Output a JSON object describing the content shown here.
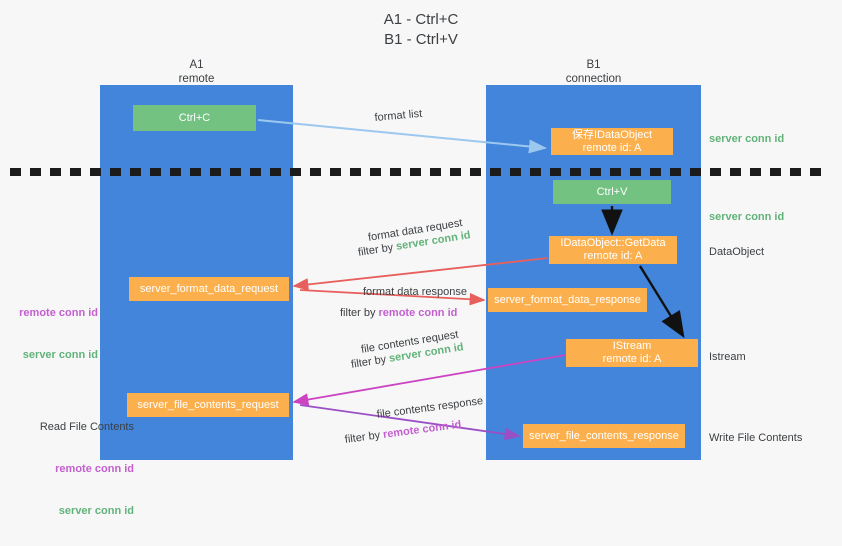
{
  "title": "A1 - Ctrl+C\nB1 - Ctrl+V",
  "lanes": [
    {
      "name": "a1",
      "label": "A1\nremote"
    },
    {
      "name": "b1",
      "label": "B1\nconnection"
    }
  ],
  "nodes": {
    "ctrl_c": "Ctrl+C",
    "save_idataobject": "保存IDataObject\nremote id: A",
    "ctrl_v": "Ctrl+V",
    "getdata": "IDataObject::GetData\nremote id: A",
    "format_data_request": "server_format_data_request",
    "format_data_response": "server_format_data_response",
    "istream": "IStream\nremote id: A",
    "file_contents_request": "server_file_contents_request",
    "file_contents_response": "server_file_contents_response"
  },
  "side_labels": {
    "server_conn_id_top": "server conn id",
    "server_conn_id_mid": "server conn id",
    "dataobject": "DataObject",
    "istream": "Istream",
    "write_file_contents": "Write File Contents"
  },
  "left_labels": {
    "remote_conn_id_1": "remote conn id",
    "server_conn_id_1": "server conn id",
    "read_file_contents": "Read File Contents",
    "remote_conn_id_2": "remote conn id",
    "server_conn_id_2": "server conn id"
  },
  "edges": {
    "format_list": "format list",
    "format_data_request": "format data request",
    "format_data_request_filter_prefix": "filter by ",
    "format_data_request_filter_value": "server conn id",
    "format_data_response": "format data response",
    "format_data_response_filter_prefix": "filter by ",
    "format_data_response_filter_value": "remote conn id",
    "file_contents_request": "file contents request",
    "file_contents_request_filter_prefix": "filter by ",
    "file_contents_request_filter_value": "server conn id",
    "file_contents_response": "file contents response",
    "file_contents_response_filter_prefix": "filter by ",
    "file_contents_response_filter_value": "remote conn id"
  },
  "colors": {
    "lane": "#4285da",
    "green_node": "#73c282",
    "orange_node": "#fbb04d",
    "server_conn_id": "#62b37a",
    "remote_conn_id": "#c35fd0",
    "arrow_lightblue": "#9cc8ef",
    "arrow_red": "#e8605d",
    "arrow_magenta": "#cc44c2",
    "arrow_purple": "#9b4fc6",
    "arrow_black": "#000000",
    "background": "#f7f7f7"
  }
}
